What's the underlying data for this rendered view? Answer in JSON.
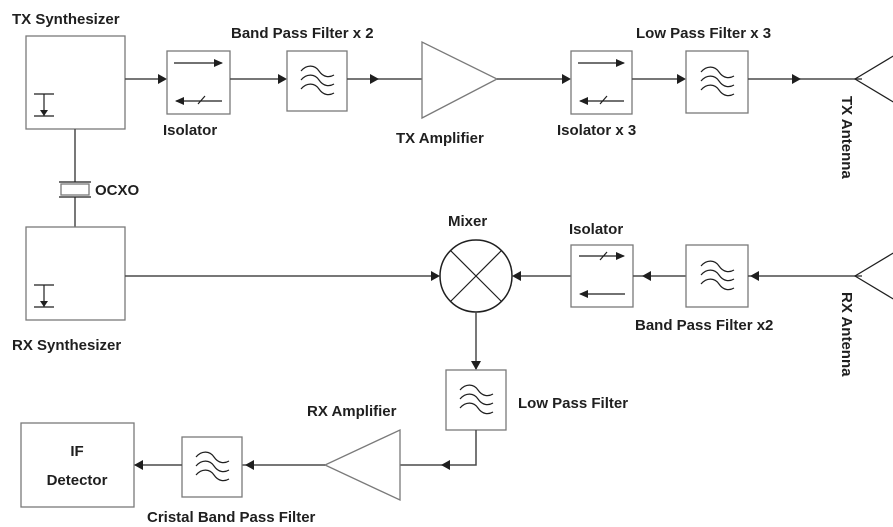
{
  "tx": {
    "synthesizer": "TX Synthesizer",
    "isolator": "Isolator",
    "band_pass_filter": "Band Pass Filter x 2",
    "amplifier": "TX Amplifier",
    "isolator_multi": "Isolator x 3",
    "low_pass_filter": "Low Pass Filter x 3",
    "antenna": "TX Antenna"
  },
  "ocxo": "OCXO",
  "rx": {
    "synthesizer": "RX Synthesizer",
    "mixer": "Mixer",
    "isolator": "Isolator",
    "band_pass_filter": "Band Pass Filter x2",
    "antenna": "RX Antenna",
    "low_pass_filter": "Low Pass Filter",
    "amplifier": "RX Amplifier",
    "crystal_filter": "Cristal Band Pass Filter",
    "detector_line1": "IF",
    "detector_line2": "Detector"
  }
}
